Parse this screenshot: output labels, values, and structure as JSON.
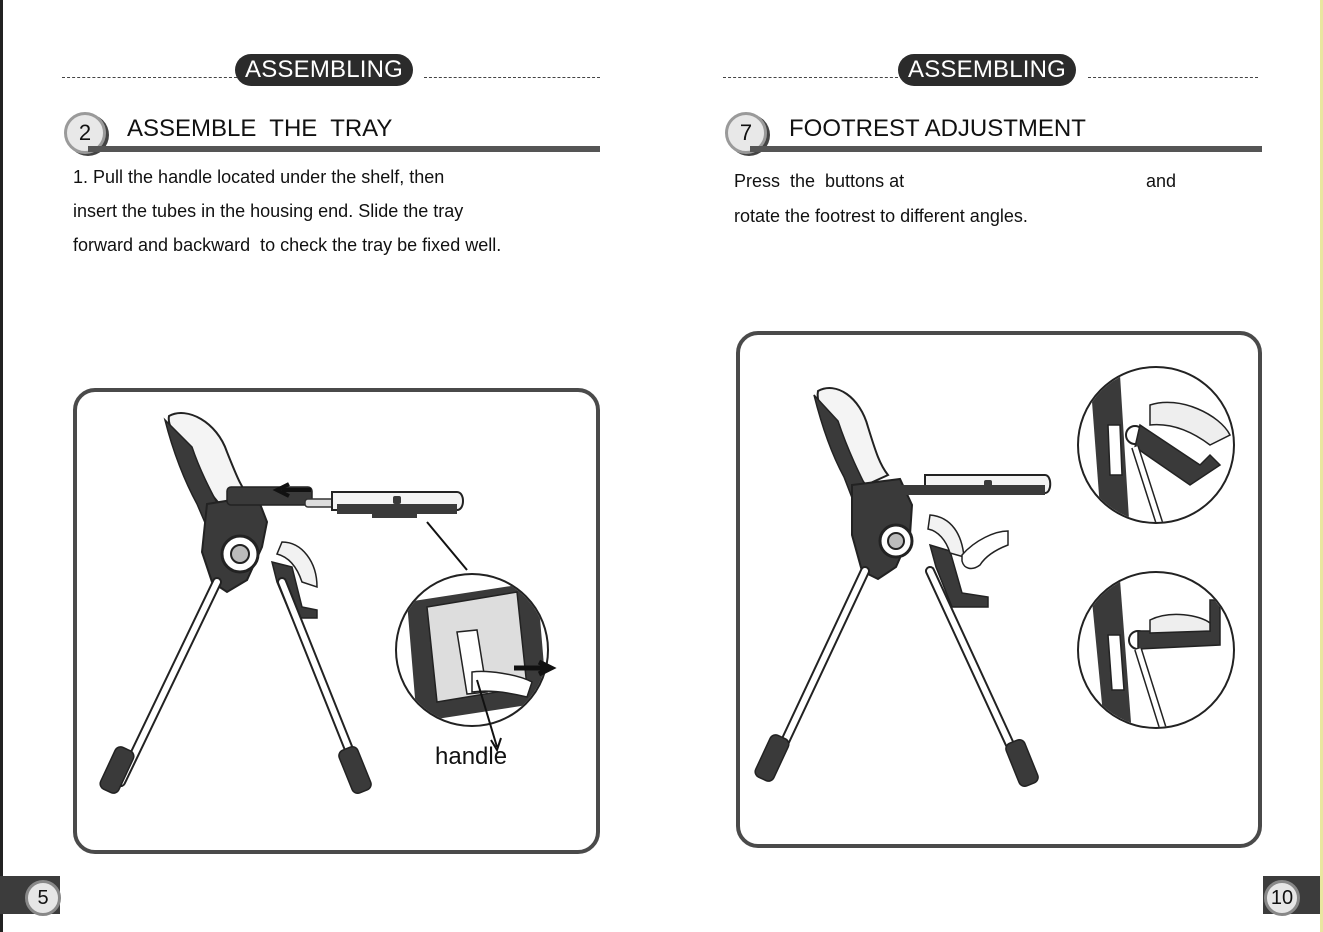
{
  "left_page": {
    "section_label": "ASSEMBLING",
    "step_number": "2",
    "step_title": "ASSEMBLE  THE  TRAY",
    "instructions": [
      "1. Pull the handle located under the shelf, then",
      "insert the tubes in the housing end. Slide the tray",
      "forward and backward  to check the tray be fixed well."
    ],
    "illustration_label": "handle",
    "page_number": "5"
  },
  "right_page": {
    "section_label": "ASSEMBLING",
    "step_number": "7",
    "step_title": "FOOTREST ADJUSTMENT",
    "instruction_line1_start": "Press  the  buttons at",
    "instruction_line1_end": "and",
    "instruction_line2": "rotate the footrest to different angles.",
    "page_number": "10"
  },
  "colors": {
    "pill": "#2b2b2b",
    "frame": "#4a4a4a",
    "chair_dark": "#3a3a3a",
    "right_edge": "#e9e6a0"
  }
}
